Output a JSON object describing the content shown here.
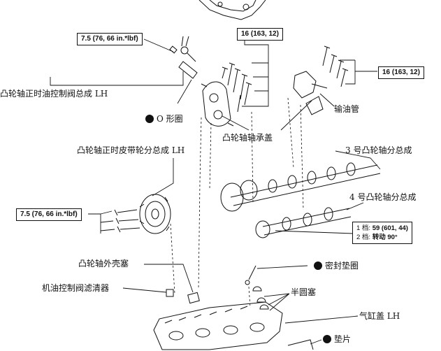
{
  "labels": {
    "vvt_valve": "凸轮轴正时油控制阀总成 LH",
    "o_ring": "O 形圈",
    "bearing_cap": "凸轮轴轴承盖",
    "oil_pipe": "输油管",
    "timing_pulley": "凸轮轴正时皮带轮分总成 LH",
    "camshaft_3": "3 号凸轮轴分总成",
    "camshaft_4": "4 号凸轮轴分总成",
    "housing_plug": "凸轮轴外壳塞",
    "oil_filter": "机油控制阀滤清器",
    "seal_washer": "密封垫圈",
    "half_plug": "半圆塞",
    "cylinder_head": "气缸盖 LH",
    "gasket": "垫片"
  },
  "torque": {
    "valve": "7.5 (76, 66 in.*lbf)",
    "cap_left": "16 (163, 12)",
    "cap_right": "16 (163, 12)",
    "pulley": "7.5 (76, 66 in.*lbf)",
    "step1_prefix": "1 档:",
    "step1_value": "59 (601, 44)",
    "step2_prefix": "2 档:",
    "step2_value": "转动 90°"
  },
  "icons": {
    "non_reusable": "black-dot-icon"
  },
  "colors": {
    "ink": "#111111",
    "background": "#ffffff"
  }
}
